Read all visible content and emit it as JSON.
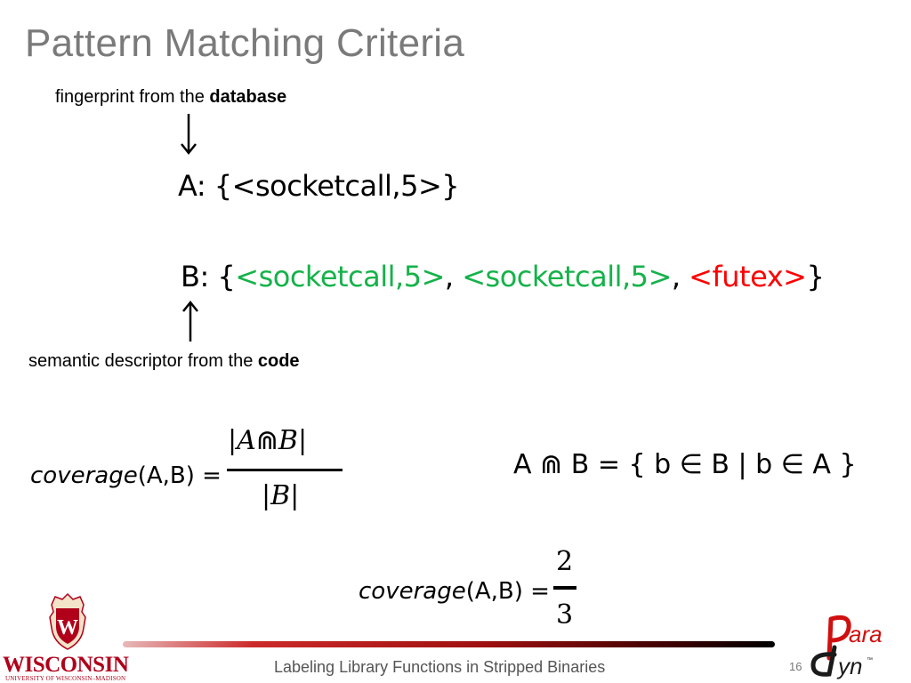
{
  "slide": {
    "title": "Pattern Matching Criteria",
    "note_top": {
      "prefix": "fingerprint from the ",
      "bold": "database"
    },
    "set_a": {
      "label": "A: {",
      "item": "<socketcall,5>",
      "close": "}"
    },
    "set_b": {
      "label": "B: {",
      "item1": "<socketcall,5>",
      "sep1": ", ",
      "item2": "<socketcall,5>",
      "sep2": ", ",
      "item3": "<futex>",
      "close": "}"
    },
    "note_bottom": {
      "prefix": "semantic descriptor from the ",
      "bold": "code"
    },
    "coverage_def": {
      "name": "coverage",
      "args": "(A,B) =",
      "numerator": {
        "bar_l": "|",
        "a": "A",
        "op": "⋒",
        "b": "B",
        "bar_r": "|"
      },
      "denominator": {
        "bar_l": "|",
        "b": "B",
        "bar_r": "|"
      }
    },
    "intersection_def": "A ⋒ B = { b ∈ B | b ∈ A }",
    "coverage_result": {
      "name": "coverage",
      "args": "(A,B) =",
      "numerator": "2",
      "denominator": "3"
    },
    "footer": {
      "text": "Labeling Library Functions in Stripped Binaries",
      "page": "16"
    },
    "logos": {
      "wisconsin_word": "WISCONSIN",
      "wisconsin_sub": "UNIVERSITY OF WISCONSIN–MADISON",
      "wisconsin_crest_letter": "W",
      "paradyn_top": "ara",
      "paradyn_bottom": "yn",
      "paradyn_tm": "™"
    },
    "colors": {
      "title": "#7a7a7a",
      "match": "#15b24a",
      "mismatch": "#ff0000",
      "uw_red": "#b0001a"
    }
  }
}
